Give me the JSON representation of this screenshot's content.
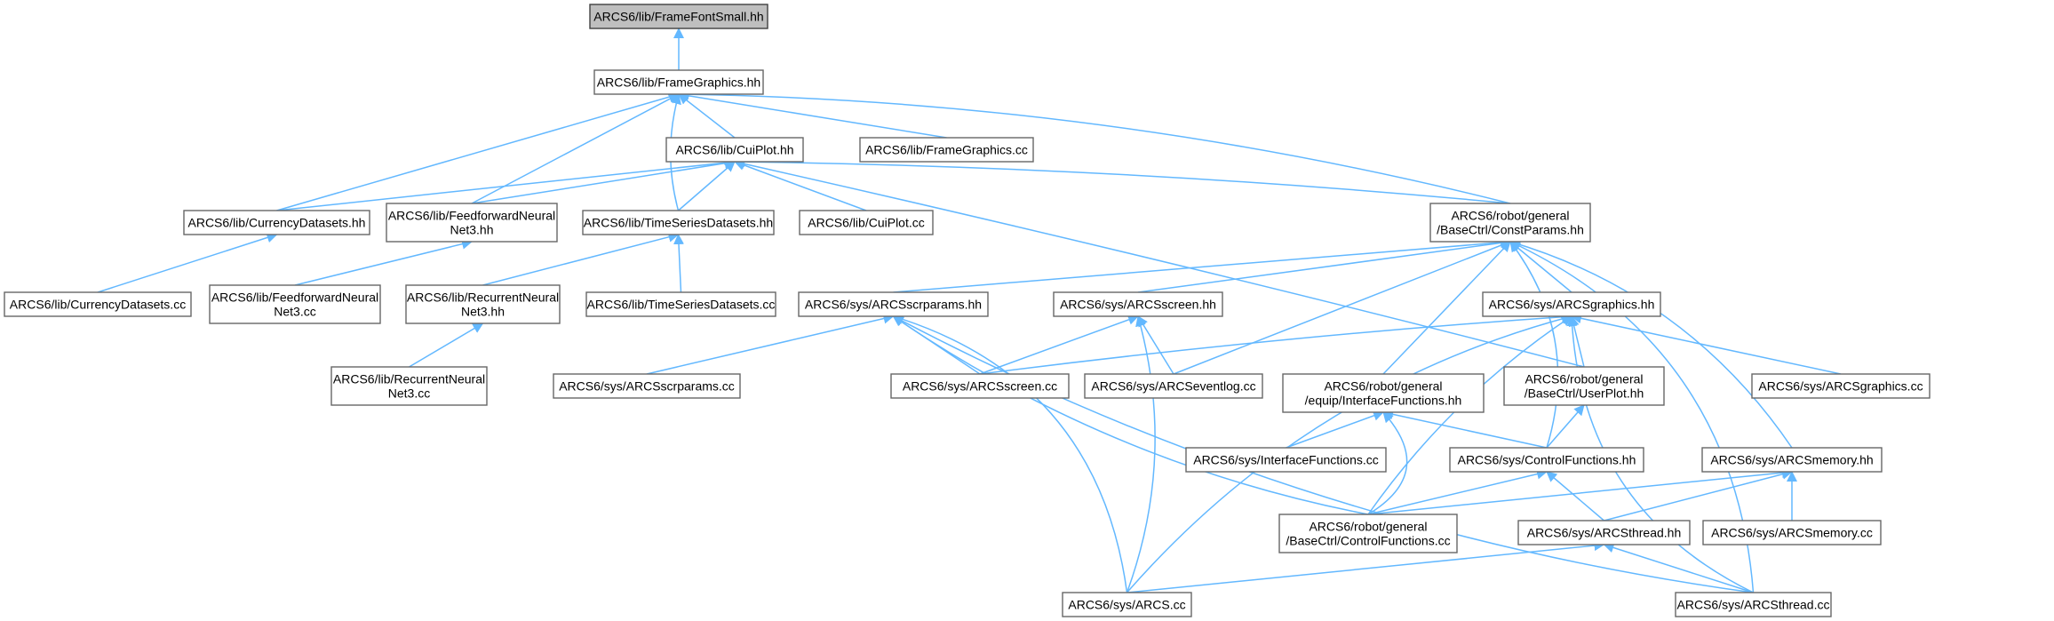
{
  "diagram": {
    "type": "include-dependency-graph",
    "nodes": [
      {
        "id": "framefontsmall_hh",
        "lines": [
          "ARCS6/lib/FrameFontSmall.hh"
        ],
        "root": true
      },
      {
        "id": "framegraphics_hh",
        "lines": [
          "ARCS6/lib/FrameGraphics.hh"
        ]
      },
      {
        "id": "cuiplot_hh",
        "lines": [
          "ARCS6/lib/CuiPlot.hh"
        ]
      },
      {
        "id": "framegraphics_cc",
        "lines": [
          "ARCS6/lib/FrameGraphics.cc"
        ]
      },
      {
        "id": "currencydatasets_hh",
        "lines": [
          "ARCS6/lib/CurrencyDatasets.hh"
        ]
      },
      {
        "id": "feedforward_hh",
        "lines": [
          "ARCS6/lib/FeedforwardNeural",
          "Net3.hh"
        ]
      },
      {
        "id": "timeseries_hh",
        "lines": [
          "ARCS6/lib/TimeSeriesDatasets.hh"
        ]
      },
      {
        "id": "cuiplot_cc",
        "lines": [
          "ARCS6/lib/CuiPlot.cc"
        ]
      },
      {
        "id": "constparams_hh",
        "lines": [
          "ARCS6/robot/general",
          "/BaseCtrl/ConstParams.hh"
        ]
      },
      {
        "id": "currencydatasets_cc",
        "lines": [
          "ARCS6/lib/CurrencyDatasets.cc"
        ]
      },
      {
        "id": "feedforward_cc",
        "lines": [
          "ARCS6/lib/FeedforwardNeural",
          "Net3.cc"
        ]
      },
      {
        "id": "recurrent_hh",
        "lines": [
          "ARCS6/lib/RecurrentNeural",
          "Net3.hh"
        ]
      },
      {
        "id": "timeseries_cc",
        "lines": [
          "ARCS6/lib/TimeSeriesDatasets.cc"
        ]
      },
      {
        "id": "scrparams_hh",
        "lines": [
          "ARCS6/sys/ARCSscrparams.hh"
        ]
      },
      {
        "id": "screen_hh",
        "lines": [
          "ARCS6/sys/ARCSscreen.hh"
        ]
      },
      {
        "id": "graphics_hh",
        "lines": [
          "ARCS6/sys/ARCSgraphics.hh"
        ]
      },
      {
        "id": "recurrent_cc",
        "lines": [
          "ARCS6/lib/RecurrentNeural",
          "Net3.cc"
        ]
      },
      {
        "id": "scrparams_cc",
        "lines": [
          "ARCS6/sys/ARCSscrparams.cc"
        ]
      },
      {
        "id": "screen_cc",
        "lines": [
          "ARCS6/sys/ARCSscreen.cc"
        ]
      },
      {
        "id": "eventlog_cc",
        "lines": [
          "ARCS6/sys/ARCSeventlog.cc"
        ]
      },
      {
        "id": "interfacefunctions_hh",
        "lines": [
          "ARCS6/robot/general",
          "/equip/InterfaceFunctions.hh"
        ]
      },
      {
        "id": "userplot_hh",
        "lines": [
          "ARCS6/robot/general",
          "/BaseCtrl/UserPlot.hh"
        ]
      },
      {
        "id": "graphics_cc",
        "lines": [
          "ARCS6/sys/ARCSgraphics.cc"
        ]
      },
      {
        "id": "interfacefunctions_cc",
        "lines": [
          "ARCS6/sys/InterfaceFunctions.cc"
        ]
      },
      {
        "id": "controlfunctions_hh",
        "lines": [
          "ARCS6/sys/ControlFunctions.hh"
        ]
      },
      {
        "id": "memory_hh",
        "lines": [
          "ARCS6/sys/ARCSmemory.hh"
        ]
      },
      {
        "id": "controlfunctions_cc",
        "lines": [
          "ARCS6/robot/general",
          "/BaseCtrl/ControlFunctions.cc"
        ]
      },
      {
        "id": "thread_hh",
        "lines": [
          "ARCS6/sys/ARCSthread.hh"
        ]
      },
      {
        "id": "memory_cc",
        "lines": [
          "ARCS6/sys/ARCSmemory.cc"
        ]
      },
      {
        "id": "arcs_cc",
        "lines": [
          "ARCS6/sys/ARCS.cc"
        ]
      },
      {
        "id": "thread_cc",
        "lines": [
          "ARCS6/sys/ARCSthread.cc"
        ]
      }
    ],
    "edges": [
      [
        "framegraphics_hh",
        "framefontsmall_hh"
      ],
      [
        "cuiplot_hh",
        "framegraphics_hh"
      ],
      [
        "framegraphics_cc",
        "framegraphics_hh"
      ],
      [
        "currencydatasets_hh",
        "framegraphics_hh"
      ],
      [
        "feedforward_hh",
        "framegraphics_hh"
      ],
      [
        "timeseries_hh",
        "framegraphics_hh"
      ],
      [
        "constparams_hh",
        "framegraphics_hh"
      ],
      [
        "currencydatasets_hh",
        "cuiplot_hh"
      ],
      [
        "feedforward_hh",
        "cuiplot_hh"
      ],
      [
        "timeseries_hh",
        "cuiplot_hh"
      ],
      [
        "cuiplot_cc",
        "cuiplot_hh"
      ],
      [
        "constparams_hh",
        "cuiplot_hh"
      ],
      [
        "userplot_hh",
        "cuiplot_hh"
      ],
      [
        "currencydatasets_cc",
        "currencydatasets_hh"
      ],
      [
        "feedforward_cc",
        "feedforward_hh"
      ],
      [
        "recurrent_hh",
        "timeseries_hh"
      ],
      [
        "timeseries_cc",
        "timeseries_hh"
      ],
      [
        "recurrent_cc",
        "recurrent_hh"
      ],
      [
        "scrparams_hh",
        "constparams_hh"
      ],
      [
        "screen_hh",
        "constparams_hh"
      ],
      [
        "graphics_hh",
        "constparams_hh"
      ],
      [
        "eventlog_cc",
        "constparams_hh"
      ],
      [
        "interfacefunctions_hh",
        "constparams_hh"
      ],
      [
        "controlfunctions_hh",
        "constparams_hh"
      ],
      [
        "memory_hh",
        "constparams_hh"
      ],
      [
        "thread_cc",
        "constparams_hh"
      ],
      [
        "scrparams_cc",
        "scrparams_hh"
      ],
      [
        "screen_cc",
        "scrparams_hh"
      ],
      [
        "controlfunctions_cc",
        "scrparams_hh"
      ],
      [
        "arcs_cc",
        "scrparams_hh"
      ],
      [
        "thread_cc",
        "scrparams_hh"
      ],
      [
        "screen_cc",
        "screen_hh"
      ],
      [
        "eventlog_cc",
        "screen_hh"
      ],
      [
        "arcs_cc",
        "screen_hh"
      ],
      [
        "screen_cc",
        "graphics_hh"
      ],
      [
        "userplot_hh",
        "graphics_hh"
      ],
      [
        "graphics_cc",
        "graphics_hh"
      ],
      [
        "controlfunctions_cc",
        "graphics_hh"
      ],
      [
        "arcs_cc",
        "graphics_hh"
      ],
      [
        "thread_cc",
        "graphics_hh"
      ],
      [
        "interfacefunctions_cc",
        "interfacefunctions_hh"
      ],
      [
        "controlfunctions_hh",
        "interfacefunctions_hh"
      ],
      [
        "controlfunctions_cc",
        "interfacefunctions_hh"
      ],
      [
        "controlfunctions_hh",
        "userplot_hh"
      ],
      [
        "controlfunctions_cc",
        "controlfunctions_hh"
      ],
      [
        "thread_hh",
        "controlfunctions_hh"
      ],
      [
        "controlfunctions_cc",
        "memory_hh"
      ],
      [
        "thread_hh",
        "memory_hh"
      ],
      [
        "memory_cc",
        "memory_hh"
      ],
      [
        "arcs_cc",
        "thread_hh"
      ],
      [
        "thread_cc",
        "thread_hh"
      ]
    ]
  }
}
